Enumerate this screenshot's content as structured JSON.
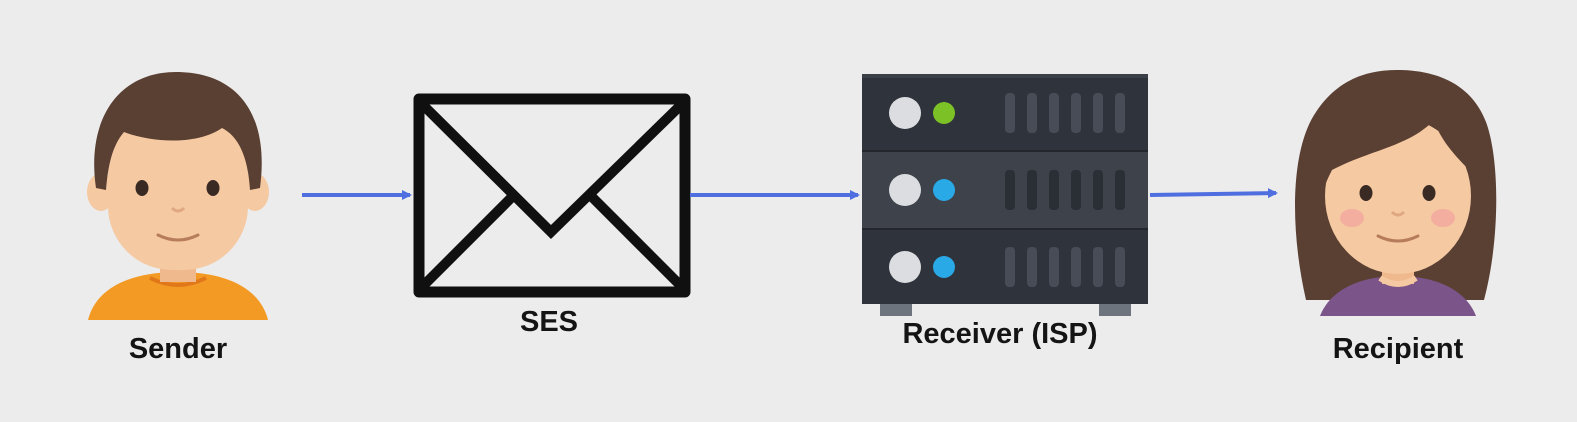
{
  "nodes": {
    "sender": {
      "label": "Sender"
    },
    "ses": {
      "label": "SES"
    },
    "receiver": {
      "label": "Receiver (ISP)"
    },
    "recipient": {
      "label": "Recipient"
    }
  },
  "colors": {
    "background": "#ececec",
    "arrow": "#4f6fe0",
    "skin": "#f5c9a1",
    "hair": "#5a3f33",
    "sender_shirt": "#f39a25",
    "recipient_shirt": "#7b5489",
    "server_dark": "#2f333b",
    "server_mid": "#3c414a",
    "led_green": "#7cc227",
    "led_blue": "#29a9e6",
    "envelope_stroke": "#101010"
  },
  "icons": {
    "sender": "male-avatar-icon",
    "ses": "envelope-icon",
    "receiver": "server-rack-icon",
    "recipient": "female-avatar-icon"
  }
}
